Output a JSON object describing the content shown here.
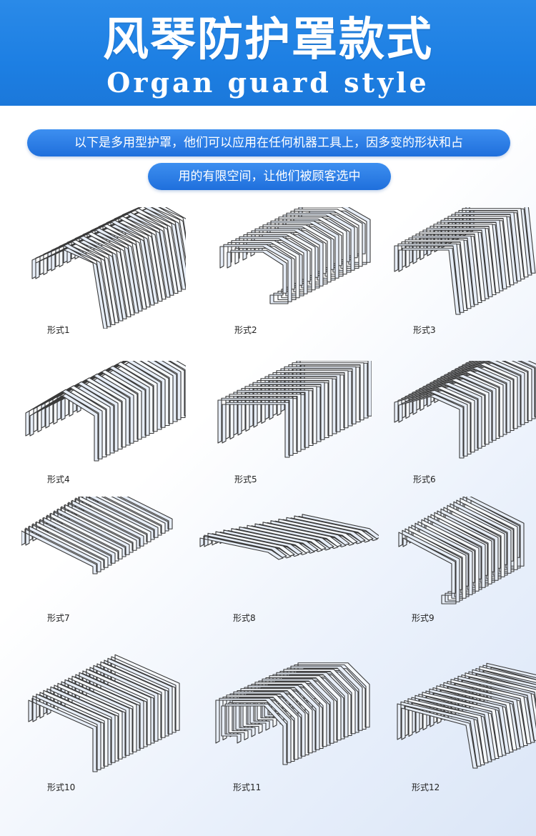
{
  "header": {
    "title": "风琴防护罩款式",
    "subtitle": "Organ guard style"
  },
  "intro": {
    "line1": "以下是多用型护罩，他们可以应用在任何机器工具上，因多变的形状和占",
    "line2": "用的有限空间，让他们被顾客选中"
  },
  "styles": [
    {
      "label": "形式1",
      "shape": "arch"
    },
    {
      "label": "形式2",
      "shape": "c-channel"
    },
    {
      "label": "形式3",
      "shape": "flat-top-leg"
    },
    {
      "label": "形式4",
      "shape": "gable"
    },
    {
      "label": "形式5",
      "shape": "box-window"
    },
    {
      "label": "形式6",
      "shape": "stepped"
    },
    {
      "label": "形式7",
      "shape": "flat"
    },
    {
      "label": "形式8",
      "shape": "flat-low"
    },
    {
      "label": "形式9",
      "shape": "hook"
    },
    {
      "label": "形式10",
      "shape": "u-deep"
    },
    {
      "label": "形式11",
      "shape": "c-frame"
    },
    {
      "label": "形式12",
      "shape": "box-wide"
    }
  ],
  "colors": {
    "banner": "#1d7fe3",
    "pill": "#2a7fe6",
    "line": "#3a3a3a",
    "fill": "#eef3fa"
  }
}
